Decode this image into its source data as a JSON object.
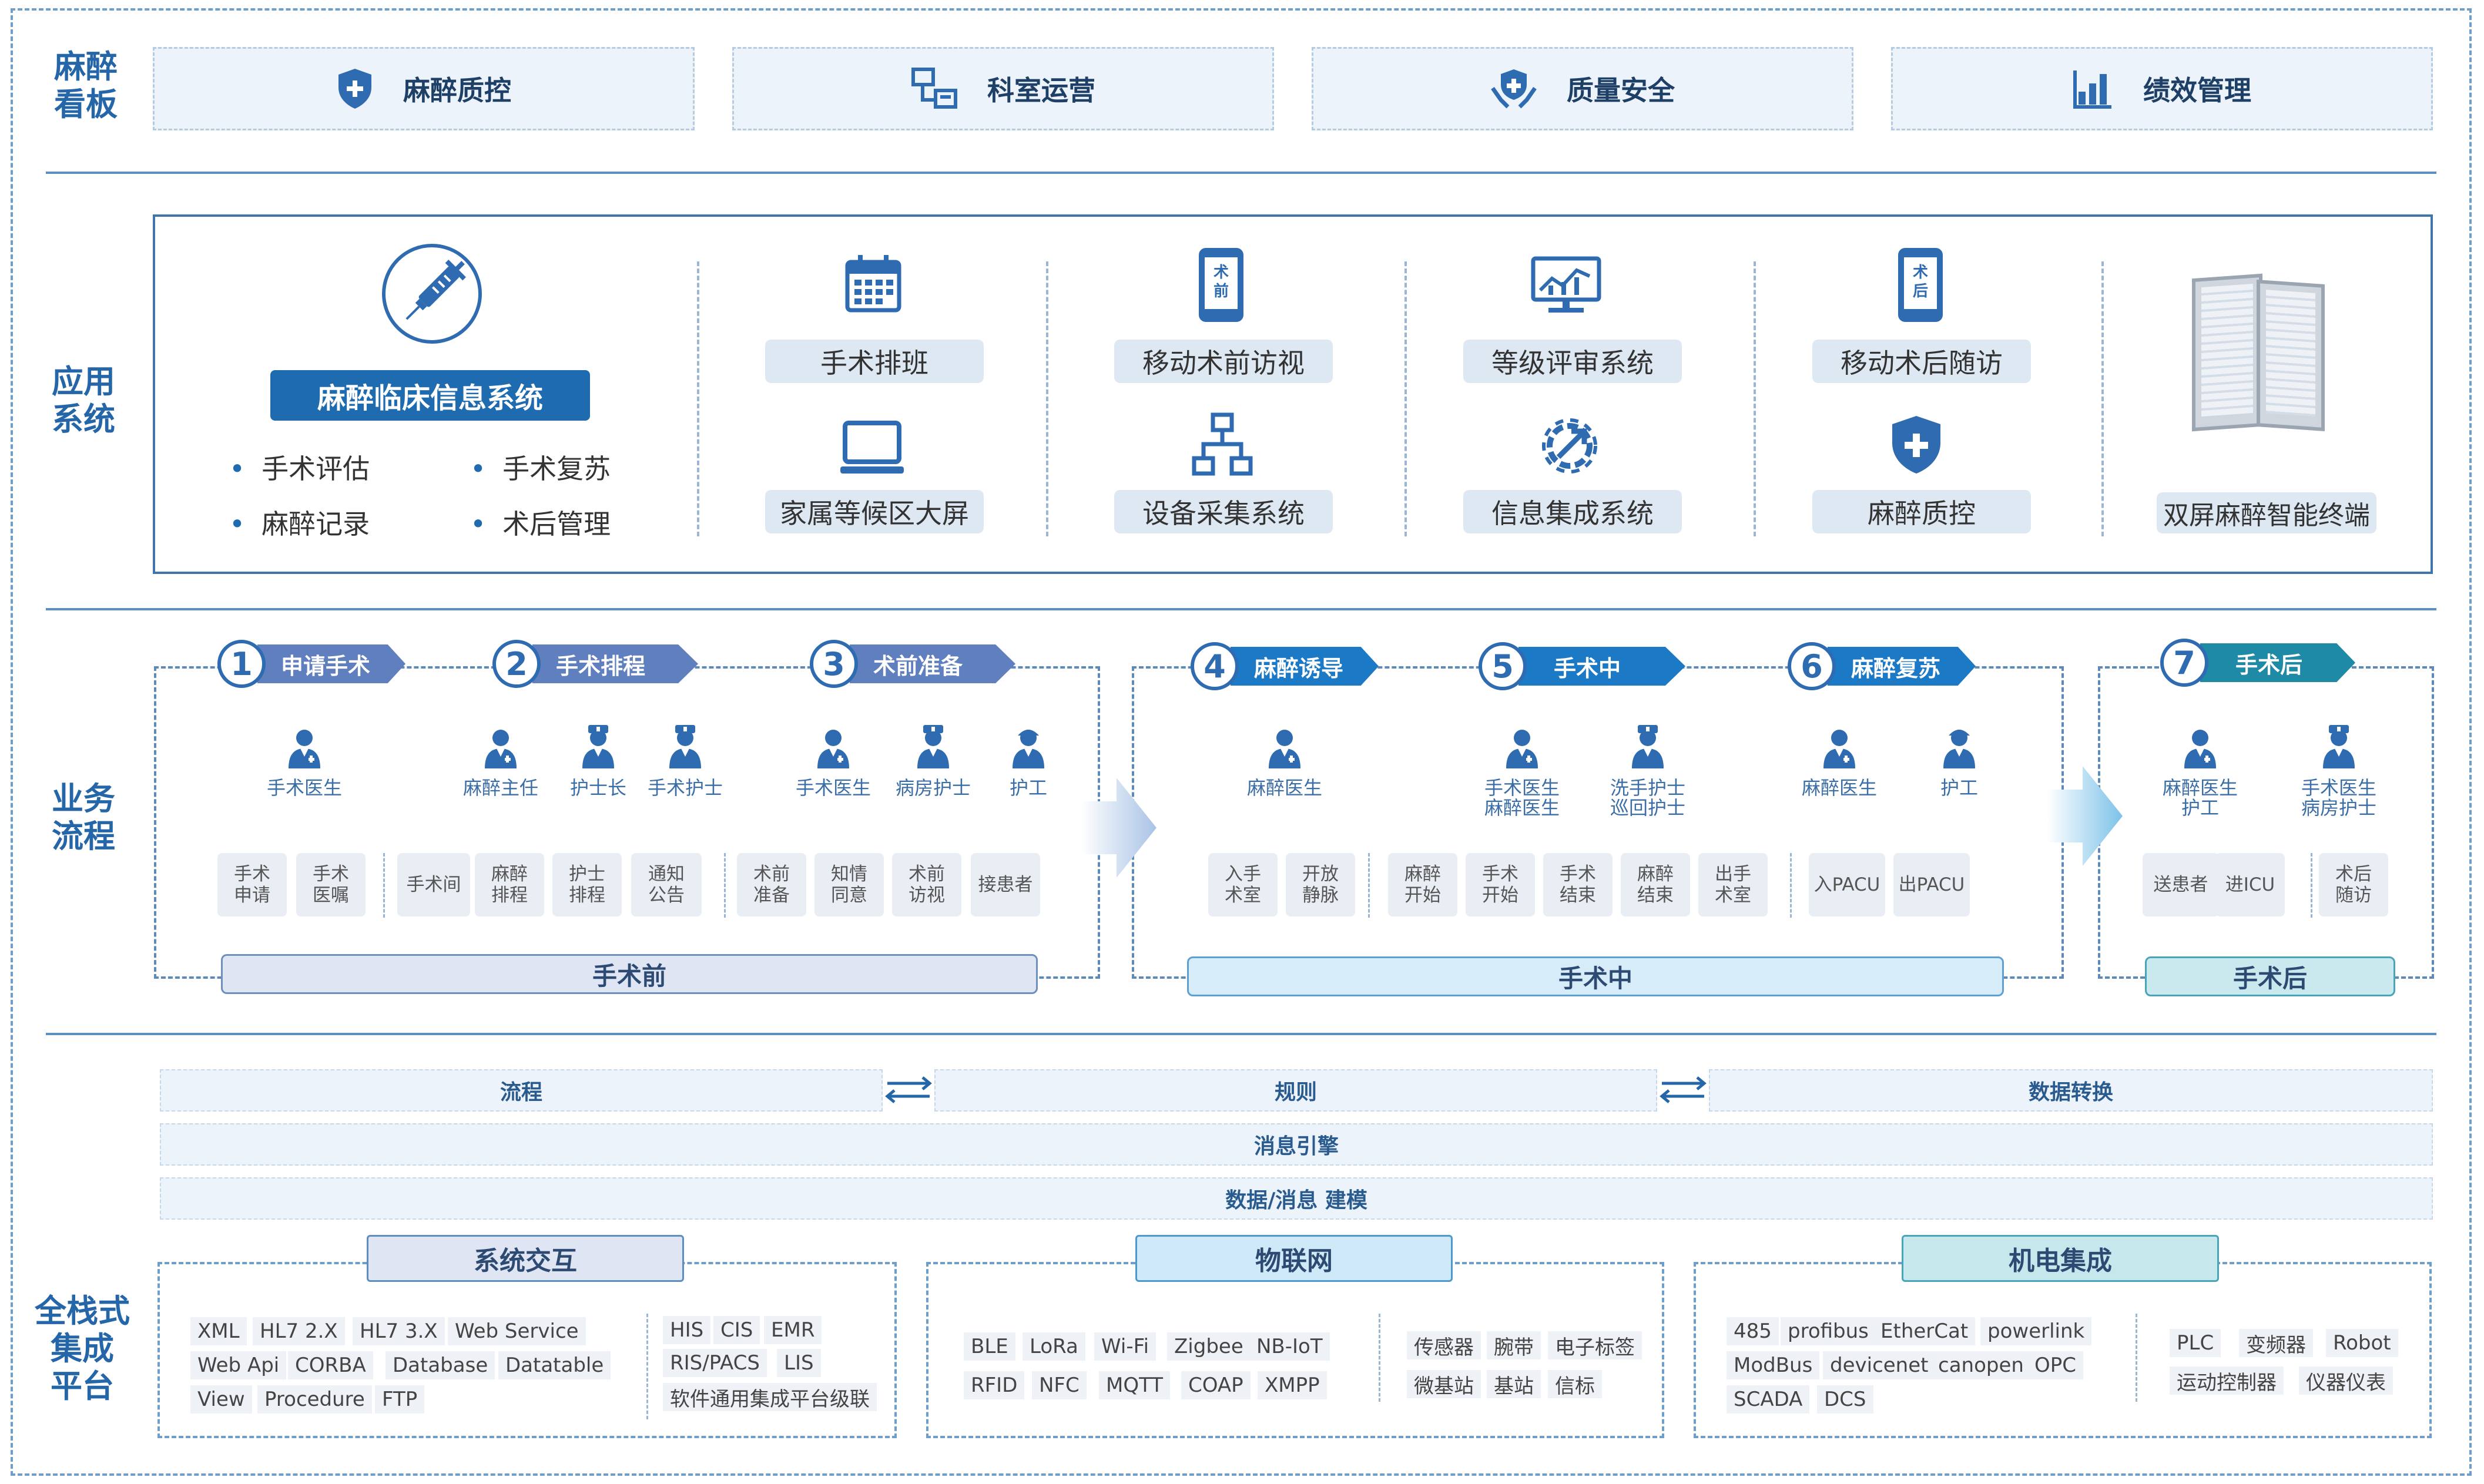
{
  "sections": {
    "dashboard": "麻醉\n看板",
    "apps": "应用\n系统",
    "flow": "业务\n流程",
    "platform": "全栈式\n集成\n平台"
  },
  "dashboard": [
    {
      "icon": "shield-plus-icon",
      "label": "麻醉质控"
    },
    {
      "icon": "department-icon",
      "label": "科室运营"
    },
    {
      "icon": "hand-shield-icon",
      "label": "质量安全"
    },
    {
      "icon": "bar-chart-icon",
      "label": "绩效管理"
    }
  ],
  "apps": {
    "main_title": "麻醉临床信息系统",
    "main_icon": "syringe-icon",
    "bullets": [
      "手术评估",
      "手术复苏",
      "麻醉记录",
      "术后管理"
    ],
    "items": [
      {
        "icon": "calendar-icon",
        "label": "手术排班"
      },
      {
        "icon": "mobile-pre-icon",
        "label": "移动术前访视",
        "badge": "术\n前"
      },
      {
        "icon": "monitor-chart-icon",
        "label": "等级评审系统"
      },
      {
        "icon": "mobile-post-icon",
        "label": "移动术后随访",
        "badge": "术\n后"
      },
      {
        "icon": "laptop-icon",
        "label": "家属等候区大屏"
      },
      {
        "icon": "network-icon",
        "label": "设备采集系统"
      },
      {
        "icon": "gear-arrow-icon",
        "label": "信息集成系统"
      },
      {
        "icon": "shield-plus-icon",
        "label": "麻醉质控"
      }
    ],
    "terminal": "双屏麻醉智能终端"
  },
  "flow": {
    "steps": [
      {
        "n": "1",
        "label": "申请手术"
      },
      {
        "n": "2",
        "label": "手术排程"
      },
      {
        "n": "3",
        "label": "术前准备"
      },
      {
        "n": "4",
        "label": "麻醉诱导"
      },
      {
        "n": "5",
        "label": "手术中"
      },
      {
        "n": "6",
        "label": "麻醉复苏"
      },
      {
        "n": "7",
        "label": "手术后"
      }
    ],
    "roles": [
      "手术医生",
      "麻醉主任",
      "护士长",
      "手术护士",
      "手术医生",
      "病房护士",
      "护工",
      "麻醉医生",
      "手术医生\n麻醉医生",
      "洗手护士\n巡回护士",
      "麻醉医生",
      "护工",
      "麻醉医生\n护工",
      "手术医生\n病房护士"
    ],
    "tasks": [
      "手术\n申请",
      "手术\n医嘱",
      "手术间",
      "麻醉\n排程",
      "护士\n排程",
      "通知\n公告",
      "术前\n准备",
      "知情\n同意",
      "术前\n访视",
      "接患者",
      "入手\n术室",
      "开放\n静脉",
      "麻醉\n开始",
      "手术\n开始",
      "手术\n结束",
      "麻醉\n结束",
      "出手\n术室",
      "入PACU",
      "出PACU",
      "送患者",
      "进ICU",
      "术后\n随访"
    ],
    "phases": [
      "手术前",
      "手术中",
      "手术后"
    ]
  },
  "platform": {
    "bars": {
      "flow": "流程",
      "rules": "规则",
      "convert": "数据转换",
      "engine": "消息引擎",
      "model": "数据/消息  建模"
    },
    "groups": [
      {
        "title": "系统交互",
        "left": [
          "XML",
          "HL7 2.X",
          "HL7 3.X",
          "Web Service",
          "Web Api",
          "CORBA",
          "Database",
          "Datatable",
          "View",
          "Procedure",
          "FTP"
        ],
        "right": [
          "HIS",
          "CIS",
          "EMR",
          "RIS/PACS",
          "LIS",
          "软件通用集成平台级联"
        ]
      },
      {
        "title": "物联网",
        "left": [
          "BLE",
          "LoRa",
          "Wi-Fi",
          "Zigbee",
          "NB-IoT",
          "RFID",
          "NFC",
          "MQTT",
          "COAP",
          "XMPP"
        ],
        "right": [
          "传感器",
          "腕带",
          "电子标签",
          "微基站",
          "基站",
          "信标"
        ]
      },
      {
        "title": "机电集成",
        "left": [
          "485",
          "profibus",
          "EtherCat",
          "powerlink",
          "ModBus",
          "devicenet",
          "canopen",
          "OPC",
          "SCADA",
          "DCS"
        ],
        "right": [
          "PLC",
          "变频器",
          "Robot",
          "运动控制器",
          "仪器仪表"
        ]
      }
    ]
  },
  "colors": {
    "primary": "#1f6bb0",
    "phase_pre": "#dfe5f3",
    "phase_mid": "#d6ecf8",
    "phase_post": "#c9e9ee"
  }
}
